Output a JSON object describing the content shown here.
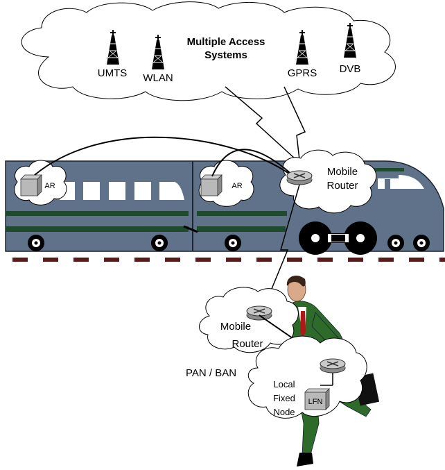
{
  "cloud_top": {
    "title_line1": "Multiple Access",
    "title_line2": "Systems",
    "antennas": [
      {
        "label": "UMTS"
      },
      {
        "label": "WLAN"
      },
      {
        "label": "GPRS"
      },
      {
        "label": "DVB"
      }
    ]
  },
  "train": {
    "ar_left_label": "AR",
    "ar_right_label": "AR",
    "mobile_router_line1": "Mobile",
    "mobile_router_line2": "Router"
  },
  "person": {
    "pan_label": "PAN / BAN",
    "mobile_router_line1": "Mobile",
    "mobile_router_line2": "Router",
    "local_line1": "Local",
    "local_line2": "Fixed",
    "local_line3": "Node",
    "lfn_label": "LFN"
  },
  "colors": {
    "train_body": "#5f7289",
    "train_dark": "#3c4a5c",
    "stripe": "#1f4a2e",
    "rail": "#5a1a1a",
    "router": "#b9b9b9",
    "suit": "#2e6b2a"
  },
  "icons": [
    "antenna-icon",
    "router-icon",
    "access-router-box-icon",
    "wheel-icon",
    "person-icon"
  ]
}
